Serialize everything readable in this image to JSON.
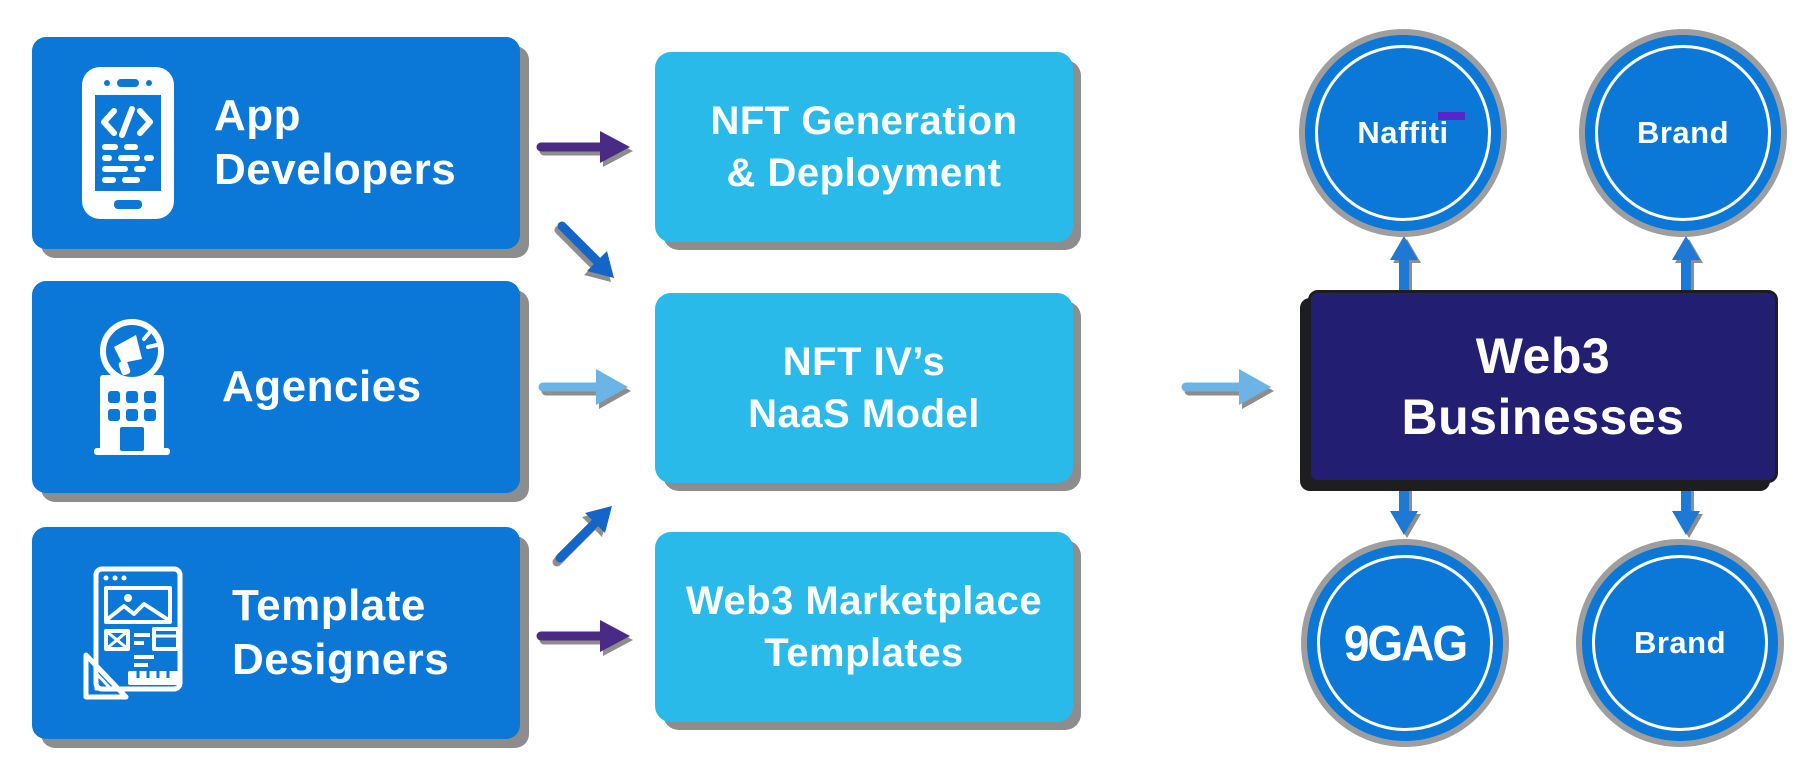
{
  "colors": {
    "primary_blue": "#0b77d7",
    "process_cyan": "#2abae9",
    "dark_navy": "#221e72",
    "arrow_purple": "#4a2a84",
    "arrow_blue": "#1565c8",
    "arrow_lightblue": "#6cb4e6",
    "arrow_midblue": "#1d79d3",
    "shadow_gray": "#8d8d8d",
    "near_black": "#1e1e1e",
    "naffiti_purple": "#5627c6",
    "text_white": "#ffffff"
  },
  "sources": [
    {
      "line1": "App",
      "line2": "Developers",
      "icon": "smartphone-code-icon"
    },
    {
      "line1": "Agencies",
      "line2": "",
      "icon": "agency-building-megaphone-icon"
    },
    {
      "line1": "Template",
      "line2": "Designers",
      "icon": "template-design-tools-icon"
    }
  ],
  "processes": [
    {
      "line1": "NFT Generation",
      "line2": "& Deployment"
    },
    {
      "line1": "NFT IV’s",
      "line2": "NaaS Model"
    },
    {
      "line1": "Web3 Marketplace",
      "line2": "Templates"
    }
  ],
  "destination": {
    "line1": "Web3",
    "line2": "Businesses"
  },
  "partners": {
    "top_left": "Naffiti",
    "top_right": "Brand",
    "bottom_left": "9GAG",
    "bottom_right": "Brand"
  }
}
